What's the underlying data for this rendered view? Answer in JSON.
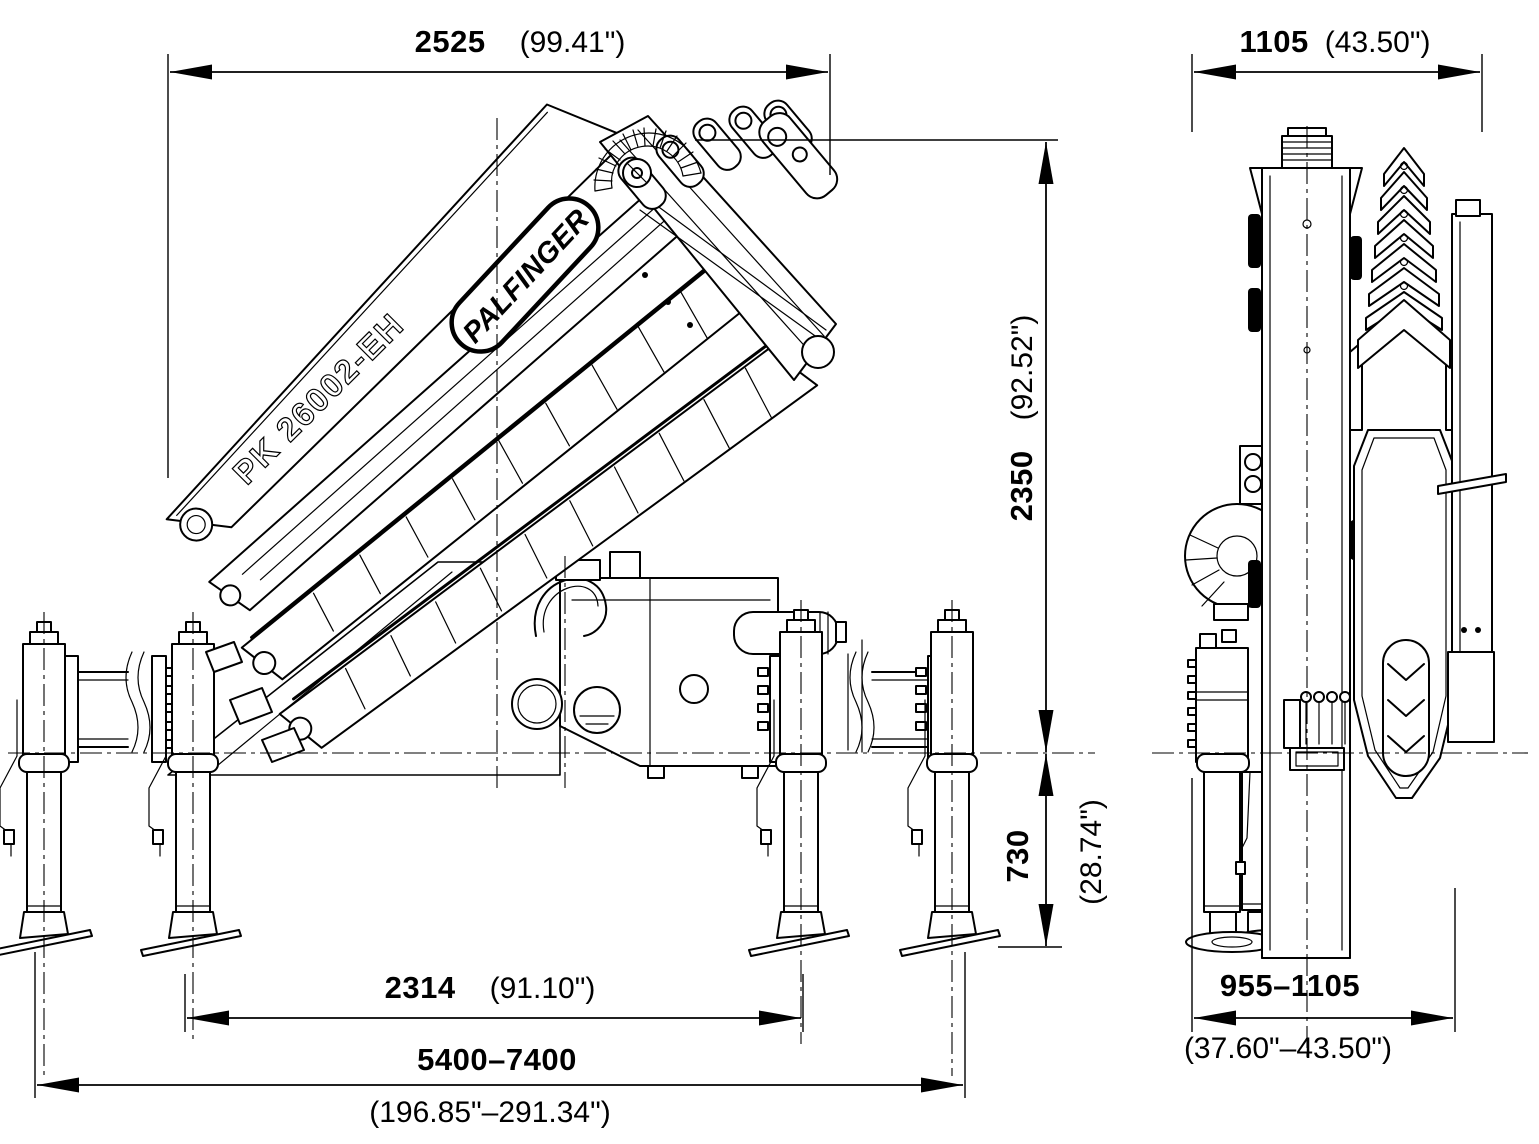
{
  "drawing": {
    "brand_logo": "PALFINGER",
    "model_label": "PK 26002-EH"
  },
  "dimensions": {
    "crane_length_top": {
      "metric": "2525",
      "imperial": "(99.41\")"
    },
    "crane_width_top": {
      "metric": "1105",
      "imperial": "(43.50\")"
    },
    "height_above_mounting": {
      "metric": "2350",
      "imperial": "(92.52\")"
    },
    "mounting_to_ground": {
      "metric": "730",
      "imperial": "(28.74\")"
    },
    "inner_support_spacing": {
      "metric": "2314",
      "imperial": "(91.10\")"
    },
    "outrigger_extension_span": {
      "metric": "5400–7400",
      "imperial": "(196.85\"–291.34\")"
    },
    "rear_support_width": {
      "metric": "955–1105",
      "imperial": "(37.60\"–43.50\")"
    }
  },
  "colors": {
    "line": "#000000",
    "background": "#ffffff"
  }
}
